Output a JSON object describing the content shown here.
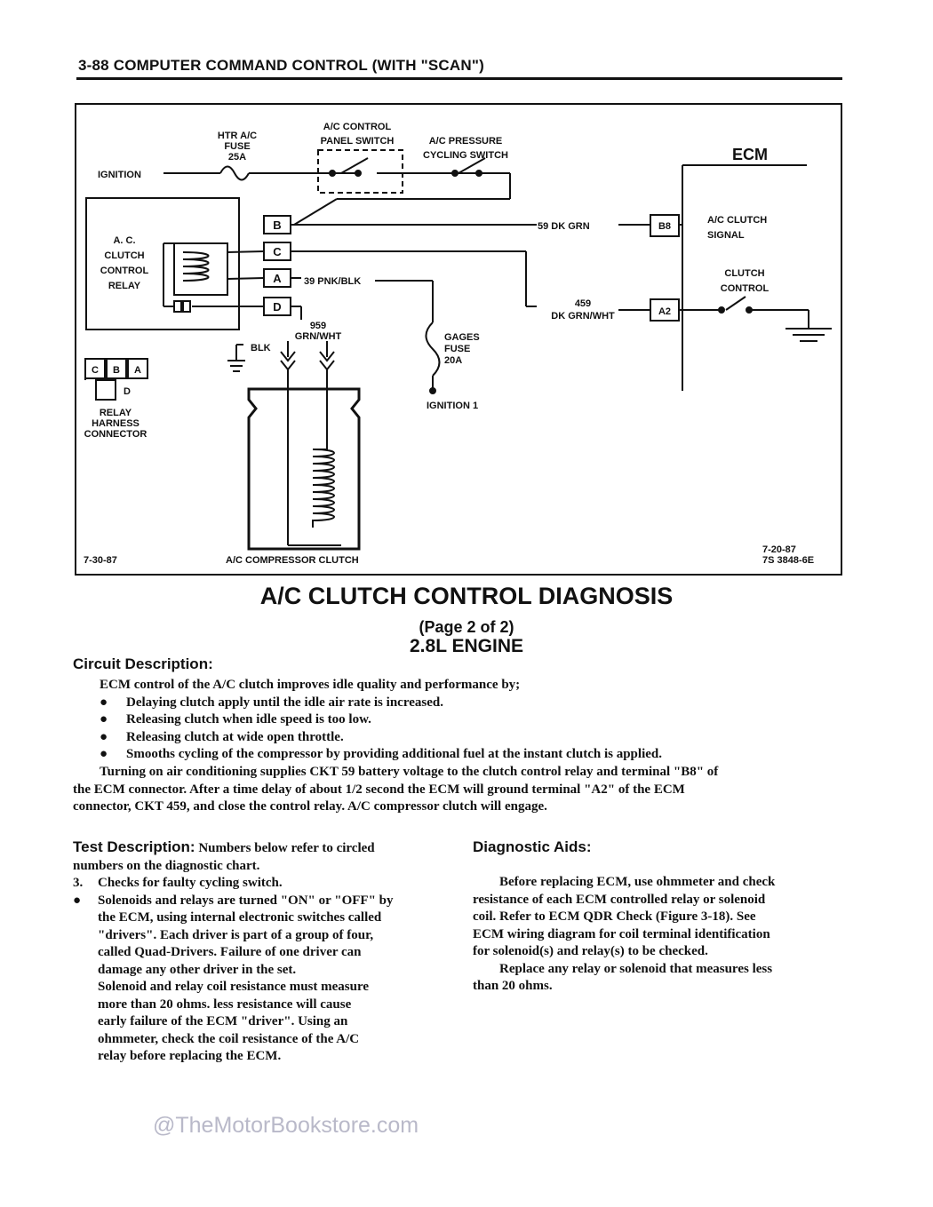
{
  "header": {
    "text": "3-88 COMPUTER COMMAND CONTROL (WITH \"SCAN\")"
  },
  "diagram": {
    "labels": {
      "ignition": "IGNITION",
      "htr_fuse_1": "HTR A/C",
      "htr_fuse_2": "FUSE",
      "htr_fuse_3": "25A",
      "panel_switch_1": "A/C CONTROL",
      "panel_switch_2": "PANEL SWITCH",
      "pressure_1": "A/C PRESSURE",
      "pressure_2": "CYCLING SWITCH",
      "ecm": "ECM",
      "relay_1": "A. C.",
      "relay_2": "CLUTCH",
      "relay_3": "CONTROL",
      "relay_4": "RELAY",
      "pin_b": "B",
      "pin_c": "C",
      "pin_a": "A",
      "pin_d": "D",
      "wire_59": "59 DK GRN",
      "term_b8": "B8",
      "clutch_signal_1": "A/C CLUTCH",
      "clutch_signal_2": "SIGNAL",
      "wire_39": "39 PNK/BLK",
      "clutch_control_1": "CLUTCH",
      "clutch_control_2": "CONTROL",
      "wire_459_1": "459",
      "wire_459_2": "DK GRN/WHT",
      "term_a2": "A2",
      "wire_959_1": "959",
      "wire_959_2": "GRN/WHT",
      "blk": "BLK",
      "gages_1": "GAGES",
      "gages_2": "FUSE",
      "gages_3": "20A",
      "ignition1": "IGNITION 1",
      "conn_c": "C",
      "conn_b": "B",
      "conn_a": "A",
      "conn_d": "D",
      "harness_1": "RELAY",
      "harness_2": "HARNESS",
      "harness_3": "CONNECTOR",
      "date_left": "7-30-87",
      "compressor": "A/C COMPRESSOR CLUTCH",
      "date_right": "7-20-87",
      "figure_code": "7S 3848-6E"
    }
  },
  "title": "A/C CLUTCH CONTROL DIAGNOSIS",
  "subtitle_page": "(Page 2 of 2)",
  "subtitle_engine": "2.8L  ENGINE",
  "circuit": {
    "heading": "Circuit Description:",
    "intro": "ECM control of the A/C clutch improves idle quality and performance by;",
    "bullets": [
      "Delaying clutch apply until the idle air rate is increased.",
      "Releasing clutch when idle speed is too low.",
      "Releasing clutch at wide open throttle.",
      "Smooths cycling of the compressor by providing additional fuel at the instant clutch is applied."
    ],
    "paragraph_lines": [
      "Turning on air conditioning supplies CKT 59 battery voltage to the clutch control relay and terminal \"B8\" of",
      "the ECM connector.  After a time delay of about 1/2 second the ECM will ground terminal \"A2\" of the ECM",
      "connector, CKT 459, and close the control relay.  A/C compressor clutch will engage."
    ]
  },
  "test": {
    "heading": "Test Description:",
    "heading_rest": "Numbers below refer to circled",
    "line2": "numbers on the diagnostic chart.",
    "item3_num": "3.",
    "item3_text": "Checks for faulty cycling switch.",
    "bullet_lines": [
      "Solenoids and relays are turned \"ON\" or \"OFF\" by",
      "the ECM, using internal electronic switches called",
      "\"drivers\".  Each driver is part of a group of four,",
      "called Quad-Drivers.  Failure of one driver can",
      "damage any other driver in the set."
    ],
    "para_lines": [
      "Solenoid and relay coil resistance must measure",
      "more than 20 ohms.  less resistance will cause",
      "early failure of the ECM \"driver\".  Using an",
      "ohmmeter, check the coil resistance of the A/C",
      "relay before replacing the ECM."
    ]
  },
  "aids": {
    "heading": "Diagnostic Aids:",
    "para1_lines": [
      "Before replacing ECM, use ohmmeter and check",
      "resistance of each ECM controlled relay or solenoid",
      "coil.  Refer to ECM QDR Check (Figure 3-18).  See",
      "ECM wiring diagram for coil terminal identification",
      "for solenoid(s) and relay(s) to be checked."
    ],
    "para2_lines": [
      "Replace any relay or solenoid that measures less",
      "than 20 ohms."
    ]
  },
  "watermark": "@TheMotorBookstore.com",
  "bullet_glyph": "●"
}
